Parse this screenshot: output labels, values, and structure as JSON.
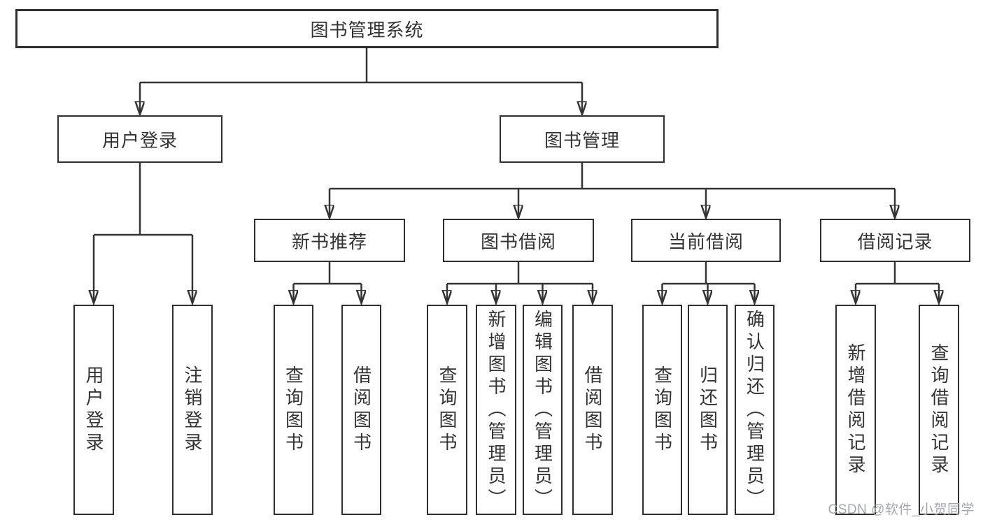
{
  "diagram": {
    "root": {
      "label": "图书管理系统"
    },
    "branches": [
      {
        "label": "用户登录",
        "children": [
          {
            "label": "用户登录"
          },
          {
            "label": "注销登录"
          }
        ]
      },
      {
        "label": "图书管理",
        "children": [
          {
            "label": "新书推荐",
            "children": [
              {
                "label": "查询图书"
              },
              {
                "label": "借阅图书"
              }
            ]
          },
          {
            "label": "图书借阅",
            "children": [
              {
                "label": "查询图书"
              },
              {
                "label": "新增图书（管理员）"
              },
              {
                "label": "编辑图书（管理员）"
              },
              {
                "label": "借阅图书"
              }
            ]
          },
          {
            "label": "当前借阅",
            "children": [
              {
                "label": "查询图书"
              },
              {
                "label": "归还图书"
              },
              {
                "label": "确认归还（管理员）"
              }
            ]
          },
          {
            "label": "借阅记录",
            "children": [
              {
                "label": "新增借阅记录"
              },
              {
                "label": "查询借阅记录"
              }
            ]
          }
        ]
      }
    ]
  },
  "watermark": {
    "text": "CSDN @软件_小贺同学"
  },
  "colors": {
    "background": "#ffffff",
    "line": "#343434",
    "box_border": "#2f2f2f",
    "text": "#333333",
    "watermark": "#a4a6ad"
  }
}
